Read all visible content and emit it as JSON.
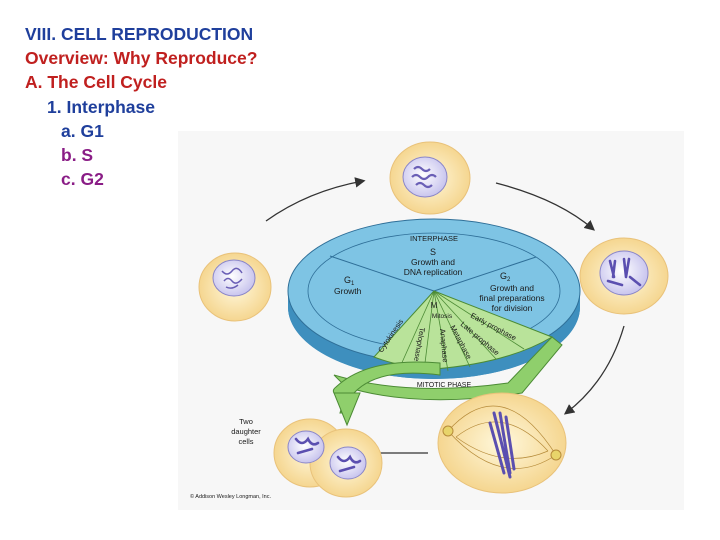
{
  "outline": {
    "heading": "VIII. CELL REPRODUCTION",
    "overview": "Overview:  Why Reproduce?",
    "section_a": "A.  The Cell Cycle",
    "item_1": "1.  Interphase",
    "sub_a": "a. G1",
    "sub_b": "b. S",
    "sub_c": "c. G2"
  },
  "diagram": {
    "interphase": "INTERPHASE",
    "s_phase": "S",
    "s_desc_1": "Growth and",
    "s_desc_2": "DNA replication",
    "g1": "G",
    "g1_sub": "1",
    "g1_desc": "Growth",
    "g2": "G",
    "g2_sub": "2",
    "g2_desc_1": "Growth and",
    "g2_desc_2": "final preparations",
    "g2_desc_3": "for division",
    "m": "M",
    "mitosis": "Mitosis",
    "early_prophase": "Early prophase",
    "late_prophase": "Late prophase",
    "metaphase": "Metaphase",
    "anaphase": "Anaphase",
    "telophase": "Telophase",
    "cytokinesis": "Cytokinesis",
    "mitotic_phase": "MITOTIC PHASE",
    "two_daughter_1": "Two",
    "two_daughter_2": "daughter",
    "two_daughter_3": "cells",
    "copyright": "© Addison Wesley Longman, Inc."
  },
  "colors": {
    "heading": "#1f3f9c",
    "overview": "#c0201f",
    "subitems": "#8a1d86",
    "wheel": "#7ec4e4",
    "mitotic_band": "#b9e39a",
    "cell_fill": "#fbe7b3"
  }
}
